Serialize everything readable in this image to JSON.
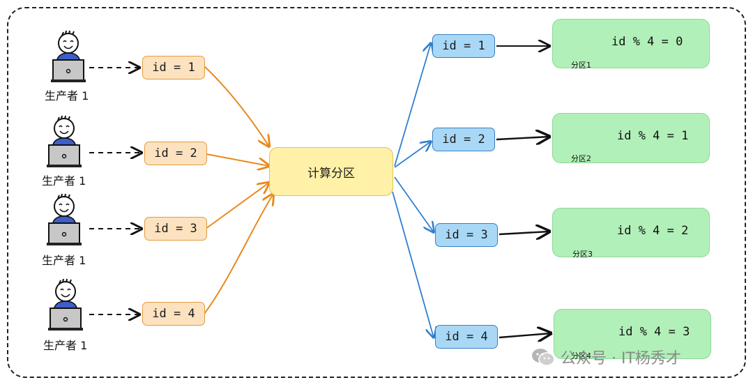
{
  "producers": [
    {
      "label": "生产者 1",
      "message": "id = 1"
    },
    {
      "label": "生产者 1",
      "message": "id = 2"
    },
    {
      "label": "生产者 1",
      "message": "id = 3"
    },
    {
      "label": "生产者 1",
      "message": "id = 4"
    }
  ],
  "router": {
    "label": "计算分区"
  },
  "routed": [
    {
      "message": "id = 1"
    },
    {
      "message": "id = 2"
    },
    {
      "message": "id = 3"
    },
    {
      "message": "id = 4"
    }
  ],
  "partitions": [
    {
      "name": "分区1",
      "rule": "id % 4 = 0"
    },
    {
      "name": "分区2",
      "rule": "id % 4 = 1"
    },
    {
      "name": "分区3",
      "rule": "id % 4 = 2"
    },
    {
      "name": "分区4",
      "rule": "id % 4 = 3"
    }
  ],
  "watermark": {
    "text": "公众号 · IT杨秀才"
  },
  "colors": {
    "producer_arrow": "#e8891c",
    "router_arrow": "#2f7fd0",
    "person": "#3e5ec9",
    "partition_icon": "#e0606a"
  }
}
